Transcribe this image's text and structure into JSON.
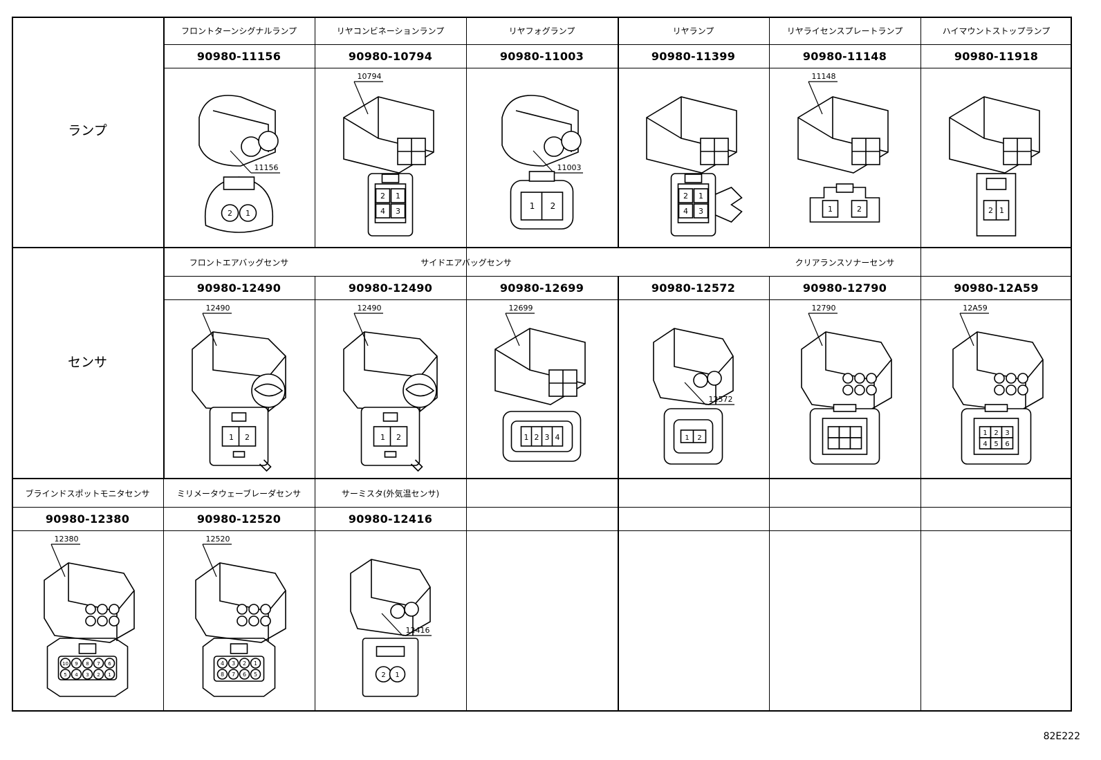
{
  "rows": [
    {
      "category": "ランプ",
      "cells": [
        {
          "name": "フロントターンシグナルランプ",
          "part": "90980-11156",
          "label": "11156",
          "pins": [
            "2",
            "1"
          ],
          "face": "round2"
        },
        {
          "name": "リヤコンビネーションランプ",
          "part": "90980-10794",
          "label": "10794",
          "pins": [
            "2",
            "1",
            "4",
            "3"
          ],
          "face": "grid4"
        },
        {
          "name": "リヤフォグランプ",
          "part": "90980-11003",
          "label": "11003",
          "pins": [
            "1",
            "2"
          ],
          "face": "flat2"
        },
        {
          "name": "リヤランプ",
          "part": "90980-11399",
          "label": "",
          "pins": [
            "2",
            "1",
            "4",
            "3"
          ],
          "face": "grid4clip"
        },
        {
          "name": "リヤライセンスプレートランプ",
          "part": "90980-11148",
          "label": "11148",
          "pins": [
            "1",
            "2"
          ],
          "face": "wide2"
        },
        {
          "name": "ハイマウントストップランプ",
          "part": "90980-11918",
          "label": "",
          "pins": [
            "2",
            "1"
          ],
          "face": "narrow2"
        }
      ]
    },
    {
      "category": "センサ",
      "groups": [
        {
          "name": "フロントエアバッグセンサ",
          "span": 1
        },
        {
          "name": "サイドエアバッグセンサ",
          "span": 2
        },
        {
          "name": "クリアランスソナーセンサ",
          "span": 3
        }
      ],
      "cells": [
        {
          "part": "90980-12490",
          "label": "12490",
          "pins": [
            "1",
            "2"
          ],
          "face": "airbag"
        },
        {
          "part": "90980-12490",
          "label": "12490",
          "pins": [
            "1",
            "2"
          ],
          "face": "airbag"
        },
        {
          "part": "90980-12699",
          "label": "12699",
          "pins": [
            "1",
            "2",
            "3",
            "4"
          ],
          "face": "row4"
        },
        {
          "part": "90980-12572",
          "label": "12572",
          "pins": [
            "1",
            "2"
          ],
          "face": "sonar2"
        },
        {
          "part": "90980-12790",
          "label": "12790",
          "pins": [
            "",
            "",
            "",
            "",
            "",
            ""
          ],
          "face": "six"
        },
        {
          "part": "90980-12A59",
          "label": "12A59",
          "pins": [
            "1",
            "2",
            "3",
            "4",
            "5",
            "6"
          ],
          "face": "six"
        }
      ]
    },
    {
      "cells": [
        {
          "name": "ブラインドスポットモニタセンサ",
          "part": "90980-12380",
          "label": "12380",
          "pins": [
            "10",
            "9",
            "8",
            "7",
            "6",
            "5",
            "4",
            "3",
            "2",
            "1"
          ],
          "face": "ten"
        },
        {
          "name": "ミリメータウェーブレーダセンサ",
          "part": "90980-12520",
          "label": "12520",
          "pins": [
            "4",
            "3",
            "2",
            "1",
            "8",
            "7",
            "6",
            "5"
          ],
          "face": "eight"
        },
        {
          "name": "サーミスタ(外気温センサ)",
          "part": "90980-12416",
          "label": "12416",
          "pins": [
            "2",
            "1"
          ],
          "face": "therm"
        },
        {
          "name": "",
          "part": "",
          "label": "",
          "pins": [],
          "face": ""
        },
        {
          "name": "",
          "part": "",
          "label": "",
          "pins": [],
          "face": ""
        },
        {
          "name": "",
          "part": "",
          "label": "",
          "pins": [],
          "face": ""
        },
        {
          "name": "",
          "part": "",
          "label": "",
          "pins": [],
          "face": ""
        }
      ]
    }
  ],
  "figure_ref": "82E222"
}
